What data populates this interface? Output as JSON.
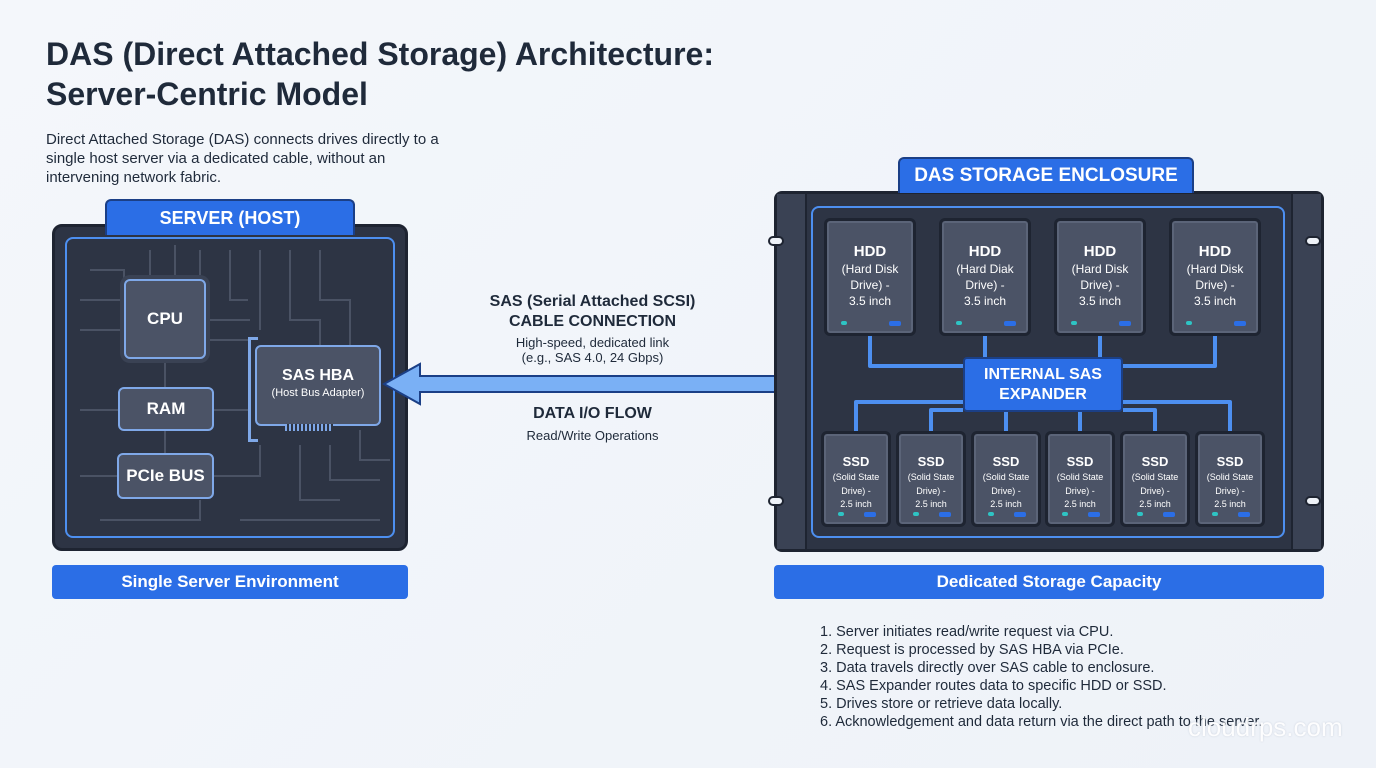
{
  "title": {
    "line1": "DAS (Direct Attached Storage) Architecture:",
    "line2": "Server-Centric Model"
  },
  "intro": "Direct Attached Storage (DAS) connects drives directly to a single host server via a dedicated cable, without an intervening network fabric.",
  "server": {
    "label": "SERVER (HOST)",
    "cpu": "CPU",
    "ram": "RAM",
    "pcie": "PCIe BUS",
    "hba_title": "SAS HBA",
    "hba_sub": "(Host Bus Adapter)",
    "footer": "Single Server Environment"
  },
  "cable": {
    "title_line1": "SAS (Serial Attached SCSI)",
    "title_line2": "CABLE CONNECTION",
    "sub_line1": "High-speed, dedicated link",
    "sub_line2": "(e.g., SAS 4.0, 24 Gbps)",
    "flow_title": "DATA I/O FLOW",
    "flow_sub": "Read/Write Operations"
  },
  "enclosure": {
    "label": "DAS STORAGE ENCLOSURE",
    "expander_line1": "INTERNAL SAS",
    "expander_line2": "EXPANDER",
    "footer": "Dedicated Storage Capacity",
    "hdds": [
      {
        "title": "HDD",
        "l1": "(Hard Disk",
        "l2": "Drive) -",
        "l3": "3.5 inch"
      },
      {
        "title": "HDD",
        "l1": "(Hard Diak",
        "l2": "Drive) -",
        "l3": "3.5 inch"
      },
      {
        "title": "HDD",
        "l1": "(Hard Disk",
        "l2": "Drive) -",
        "l3": "3.5 inch"
      },
      {
        "title": "HDD",
        "l1": "(Hard Disk",
        "l2": "Drive) -",
        "l3": "3.5 inch"
      }
    ],
    "ssds": [
      {
        "title": "SSD",
        "l1": "(Solid State",
        "l2": "Drive) -",
        "l3": "2.5 inch"
      },
      {
        "title": "SSD",
        "l1": "(Solid State",
        "l2": "Drive) -",
        "l3": "2.5 inch"
      },
      {
        "title": "SSD",
        "l1": "(Solid State",
        "l2": "Drive) -",
        "l3": "2.5 inch"
      },
      {
        "title": "SSD",
        "l1": "(Solid State",
        "l2": "Drive) -",
        "l3": "2.5 inch"
      },
      {
        "title": "SSD",
        "l1": "(Solid State",
        "l2": "Drive) -",
        "l3": "2.5 inch"
      },
      {
        "title": "SSD",
        "l1": "(Solid State",
        "l2": "Drive) -",
        "l3": "2.5 inch"
      }
    ]
  },
  "steps": [
    "1. Server initiates read/write request via CPU.",
    "2. Request is processed by SAS HBA via PCIe.",
    "3. Data travels directly over SAS cable to enclosure.",
    "4. SAS Expander routes data to specific HDD or SSD.",
    "5. Drives store or retrieve data locally.",
    "6. Acknowledgement and data return via the direct path to the server."
  ],
  "watermark": "cloudrps.com",
  "colors": {
    "accent": "#2b6ee6",
    "dark_panel": "#2d3444",
    "outline": "#4d8ff0",
    "arrow_fill": "#7ab0f5"
  }
}
